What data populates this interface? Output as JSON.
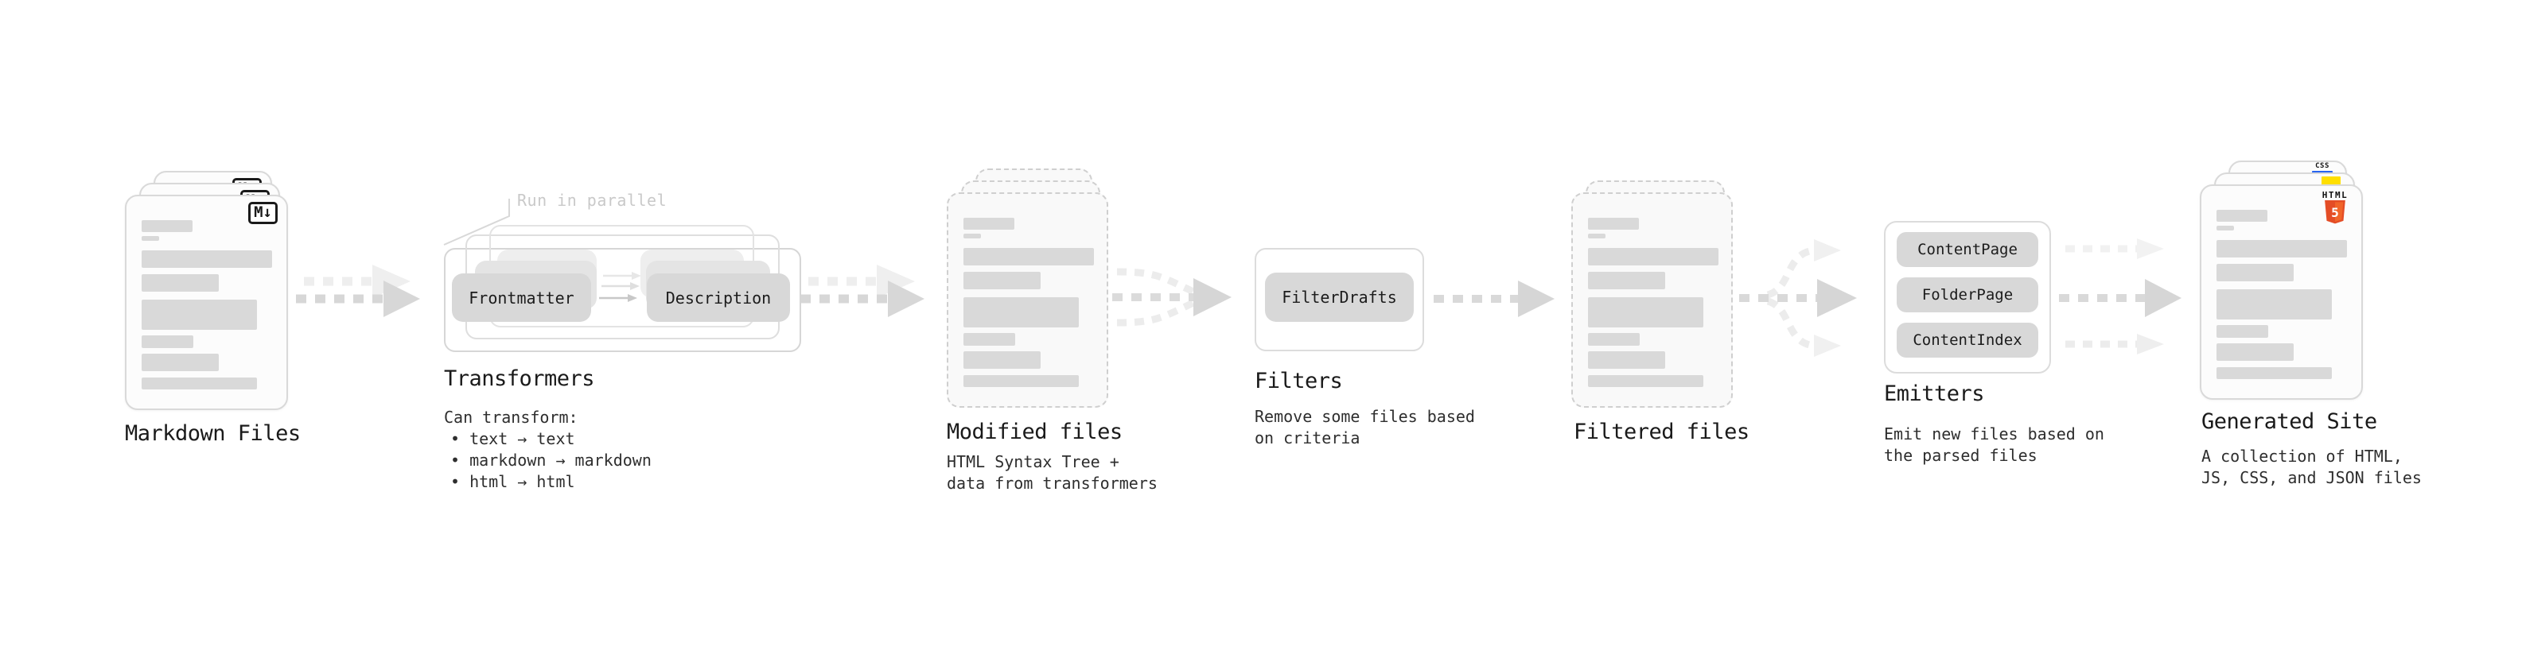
{
  "palette": {
    "heading_text": "#1a1a1a",
    "body_text": "#2e2e2e",
    "muted_note": "#c9c9c9",
    "skeleton_bar": "#d9d9d9",
    "button_bg": "#d8d8d8",
    "card_border": "#d9d9d9",
    "dashed_border": "#cfcfcf",
    "arrow_dark": "#d7d7d7",
    "arrow_light": "#ececec",
    "html5_orange": "#e44d26",
    "html5_orange_light": "#f16529",
    "js_yellow": "#ffdf00",
    "css_blue": "#2965f1"
  },
  "diagram": {
    "markdown_files": {
      "title": "Markdown Files",
      "icon_label": "M↓"
    },
    "transformers": {
      "note": "Run in parallel",
      "frontmatter": "Frontmatter",
      "description": "Description",
      "title": "Transformers",
      "subtitle": "Can transform:",
      "bullets": [
        "text → text",
        "markdown → markdown",
        "html → html"
      ]
    },
    "modified_files": {
      "title": "Modified files",
      "desc": [
        "HTML Syntax Tree +",
        "data from transformers"
      ]
    },
    "filters": {
      "button": "FilterDrafts",
      "title": "Filters",
      "desc": [
        "Remove some files based",
        "on criteria"
      ]
    },
    "filtered_files": {
      "title": "Filtered files"
    },
    "emitters": {
      "buttons": [
        "ContentPage",
        "FolderPage",
        "ContentIndex"
      ],
      "title": "Emitters",
      "desc": [
        "Emit new files based on",
        "the parsed files"
      ]
    },
    "generated_site": {
      "title": "Generated Site",
      "desc": [
        "A collection of HTML,",
        "JS, CSS, and JSON files"
      ],
      "html5_icon": {
        "label": "HTML",
        "number": "5"
      },
      "css_icon": "CSS"
    }
  }
}
